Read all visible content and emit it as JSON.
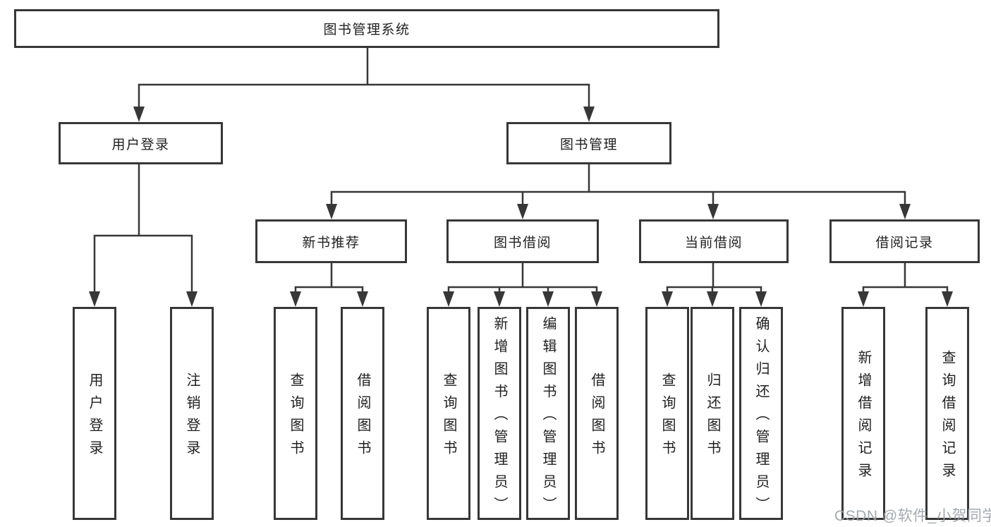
{
  "tree": {
    "root": {
      "label": "图书管理系统",
      "children": [
        {
          "label": "用户登录",
          "children": [
            {
              "label": "用户登录"
            },
            {
              "label": "注销登录"
            }
          ]
        },
        {
          "label": "图书管理",
          "children": [
            {
              "label": "新书推荐",
              "children": [
                {
                  "label": "查询图书"
                },
                {
                  "label": "借阅图书"
                }
              ]
            },
            {
              "label": "图书借阅",
              "children": [
                {
                  "label": "查询图书"
                },
                {
                  "label": "新增图书（管理员）"
                },
                {
                  "label": "编辑图书（管理员）"
                },
                {
                  "label": "借阅图书"
                }
              ]
            },
            {
              "label": "当前借阅",
              "children": [
                {
                  "label": "查询图书"
                },
                {
                  "label": "归还图书"
                },
                {
                  "label": "确认归还（管理员）"
                }
              ]
            },
            {
              "label": "借阅记录",
              "children": [
                {
                  "label": "新增借阅记录"
                },
                {
                  "label": "查询借阅记录"
                }
              ]
            }
          ]
        }
      ]
    }
  },
  "watermark": {
    "text": "CSDN @软件_小贺同学"
  },
  "colors": {
    "box_border": "#373737",
    "connector": "#373737",
    "text": "#1f1f1f",
    "watermark": "#9aa0a8",
    "background": "#ffffff"
  }
}
